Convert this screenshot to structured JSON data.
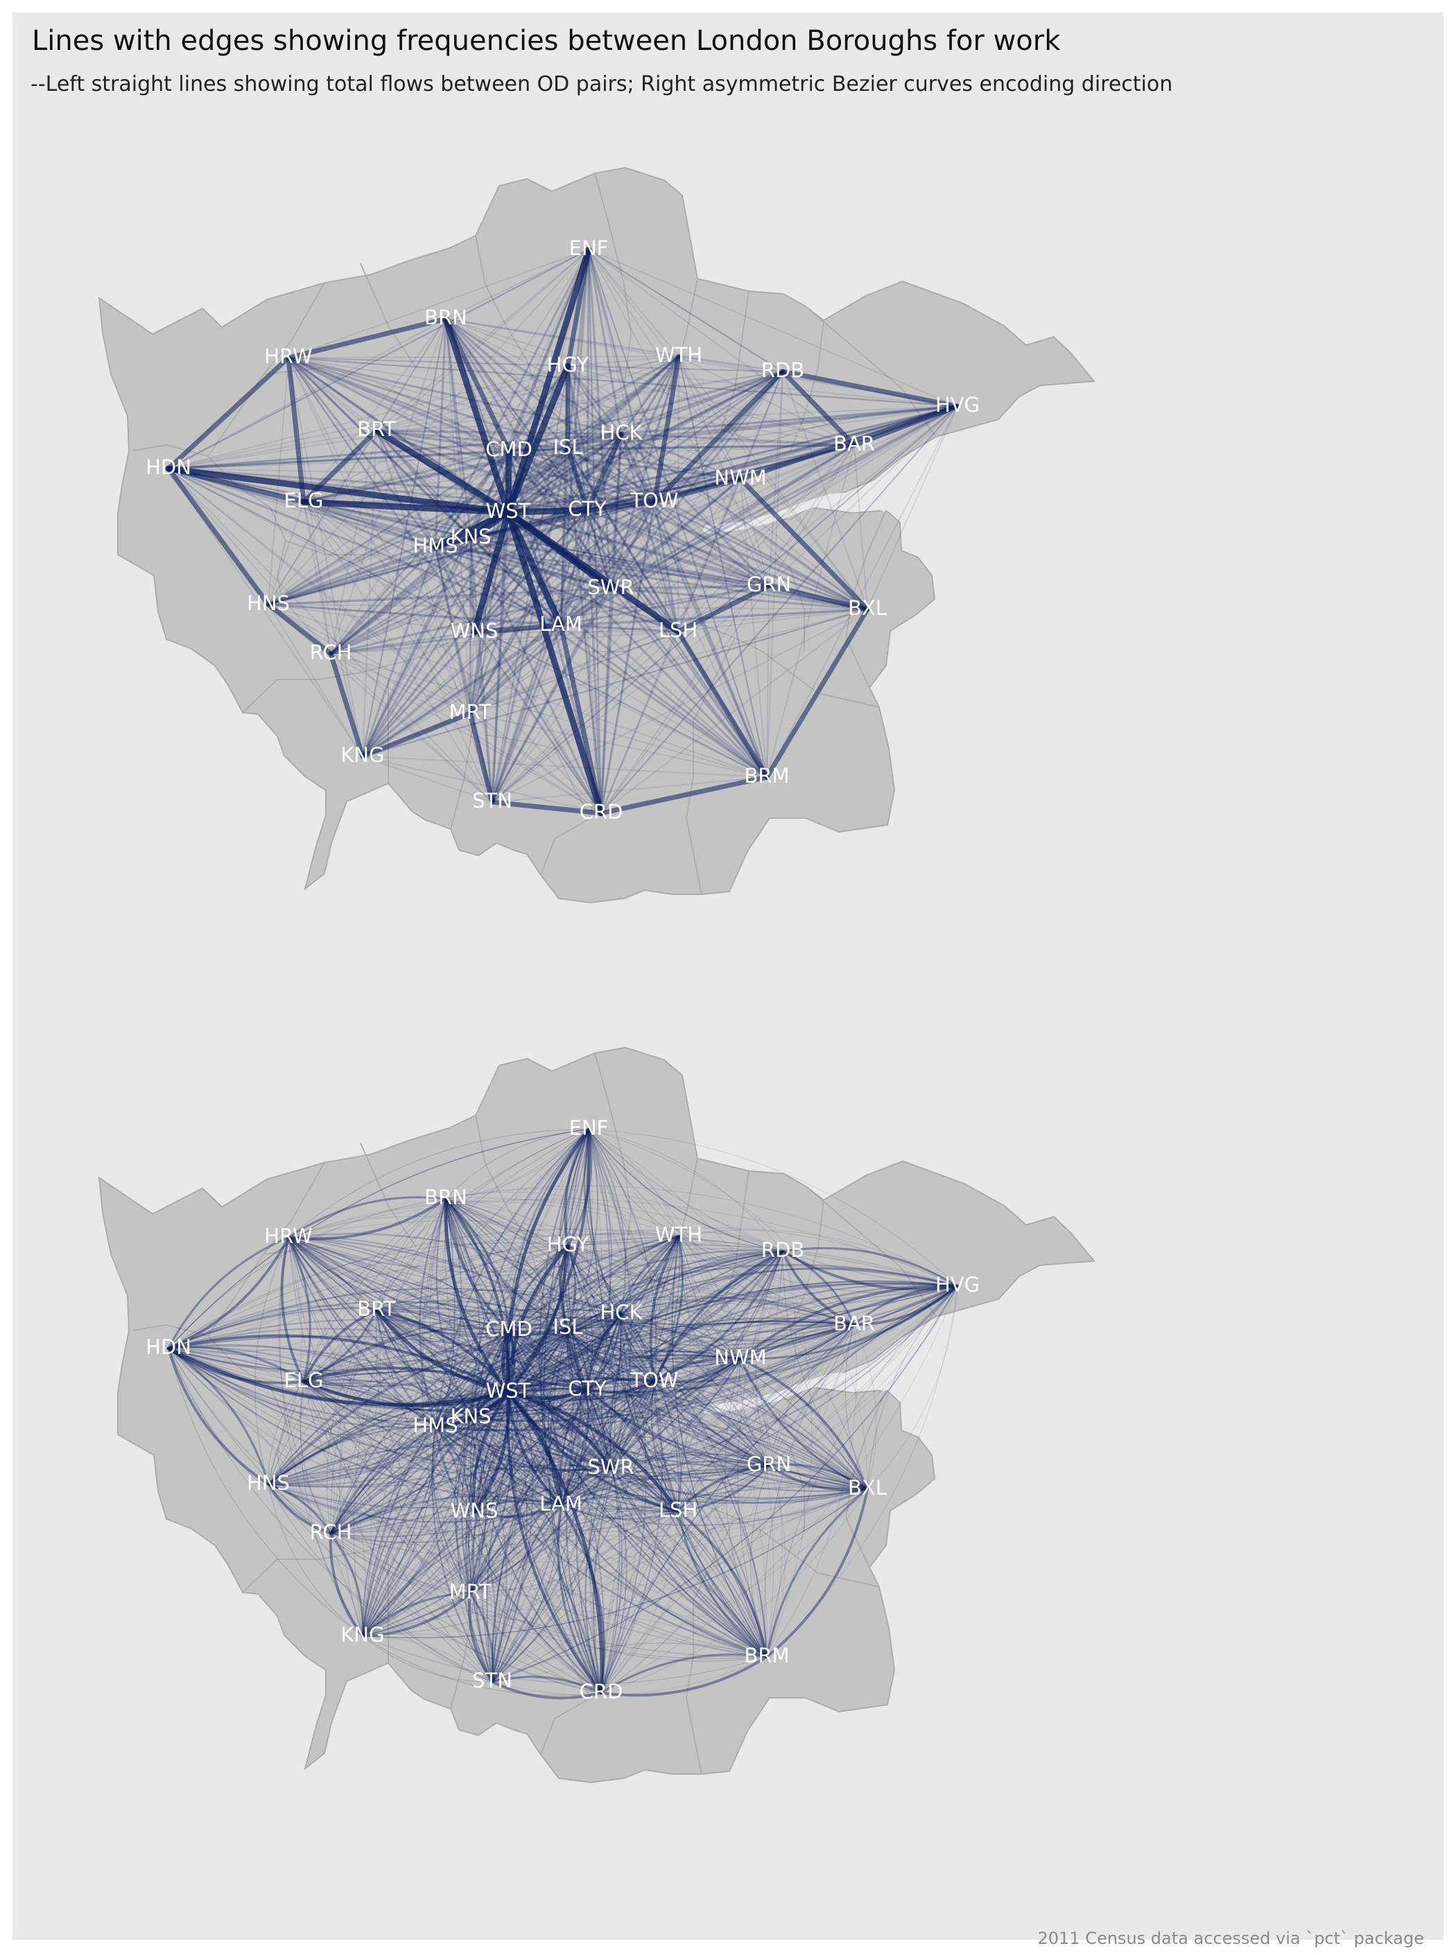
{
  "title": "Lines with edges showing frequencies between London Boroughs for work",
  "subtitle": "--Left straight lines showing total flows between OD pairs; Right asymmetric Bezier curves encoding direction",
  "caption": "2011 Census data accessed via `pct` package",
  "colors": {
    "panel": "#e9e9e9",
    "land": "#c4c4c4",
    "boundary": "#acacac",
    "edge": "#0e2160",
    "label": "#ffffff"
  },
  "chart_data": [
    {
      "type": "network-map",
      "panel": "straight-lines",
      "nodes": [
        "ENF",
        "BRN",
        "HRW",
        "HGY",
        "WTH",
        "RDB",
        "HVG",
        "BRT",
        "CMD",
        "ISL",
        "HCK",
        "BAR",
        "HDN",
        "NWM",
        "ELG",
        "WST",
        "CTY",
        "TOW",
        "KNS",
        "HMS",
        "SWR",
        "GRN",
        "BXL",
        "HNS",
        "LAM",
        "WNS",
        "LSH",
        "RCH",
        "MRT",
        "KNG",
        "BRM",
        "STN",
        "CRD"
      ],
      "strong_edges": [
        [
          "HDN",
          "ELG"
        ],
        [
          "HDN",
          "HNS"
        ],
        [
          "HDN",
          "HRW"
        ],
        [
          "HDN",
          "WST"
        ],
        [
          "HRW",
          "BRN"
        ],
        [
          "BRN",
          "WST"
        ],
        [
          "BRN",
          "CMD"
        ],
        [
          "ENF",
          "HGY"
        ],
        [
          "ENF",
          "WST"
        ],
        [
          "HGY",
          "WST"
        ],
        [
          "HGY",
          "ISL"
        ],
        [
          "WTH",
          "TOW"
        ],
        [
          "RDB",
          "HVG"
        ],
        [
          "RDB",
          "BAR"
        ],
        [
          "BAR",
          "HVG"
        ],
        [
          "RDB",
          "TOW"
        ],
        [
          "NWM",
          "TOW"
        ],
        [
          "ELG",
          "WST"
        ],
        [
          "HNS",
          "RCH"
        ],
        [
          "RCH",
          "KNG"
        ],
        [
          "KNG",
          "MRT"
        ],
        [
          "MRT",
          "STN"
        ],
        [
          "STN",
          "CRD"
        ],
        [
          "CRD",
          "BRM"
        ],
        [
          "CRD",
          "LAM"
        ],
        [
          "CRD",
          "WST"
        ],
        [
          "BRM",
          "LSH"
        ],
        [
          "BRM",
          "BXL"
        ],
        [
          "GRN",
          "BXL"
        ],
        [
          "GRN",
          "LSH"
        ],
        [
          "LSH",
          "WST"
        ],
        [
          "LAM",
          "WST"
        ],
        [
          "SWR",
          "WST"
        ],
        [
          "WNS",
          "WST"
        ],
        [
          "WNS",
          "LAM"
        ],
        [
          "KNS",
          "WST"
        ],
        [
          "HMS",
          "WST"
        ],
        [
          "HMS",
          "KNS"
        ],
        [
          "ISL",
          "CTY"
        ],
        [
          "HCK",
          "CTY"
        ],
        [
          "TOW",
          "CTY"
        ],
        [
          "CMD",
          "WST"
        ],
        [
          "WST",
          "CTY"
        ],
        [
          "BRT",
          "ELG"
        ],
        [
          "BRT",
          "WST"
        ],
        [
          "HRW",
          "ELG"
        ],
        [
          "BXL",
          "NWM"
        ],
        [
          "HVG",
          "NWM"
        ]
      ]
    },
    {
      "type": "network-map",
      "panel": "bezier-curves",
      "nodes": [
        "ENF",
        "BRN",
        "HRW",
        "HGY",
        "WTH",
        "RDB",
        "HVG",
        "BRT",
        "CMD",
        "ISL",
        "HCK",
        "BAR",
        "HDN",
        "NWM",
        "ELG",
        "WST",
        "CTY",
        "TOW",
        "KNS",
        "HMS",
        "SWR",
        "GRN",
        "BXL",
        "HNS",
        "LAM",
        "WNS",
        "LSH",
        "RCH",
        "MRT",
        "KNG",
        "BRM",
        "STN",
        "CRD"
      ]
    }
  ]
}
